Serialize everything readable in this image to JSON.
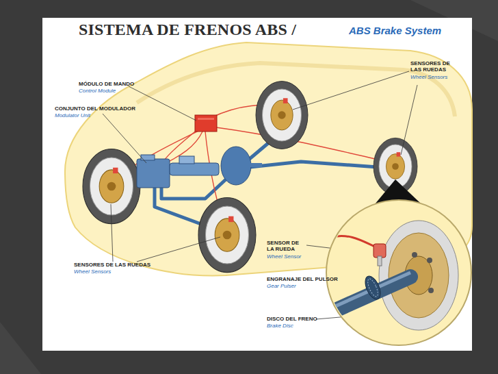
{
  "diagram": {
    "title": "SISTEMA DE FRENOS ABS /",
    "labels": [
      "ABS Brake System",
      "MÓDULO DE MANDO",
      "Control Module",
      "CONJUNTO DEL MODULADOR",
      "Modulator Unit",
      "SENSORES DE LAS RUEDAS",
      "Wheel Sensors",
      "SENSORES DE LAS RUEDAS",
      "Wheel Sensors",
      "SENSOR DE LA RUEDA",
      "Wheel Sensor",
      "ENGRANAJE DEL PULSOR",
      "Gear Pulser",
      "DISCO DEL FRENO",
      "Brake Disc"
    ]
  }
}
